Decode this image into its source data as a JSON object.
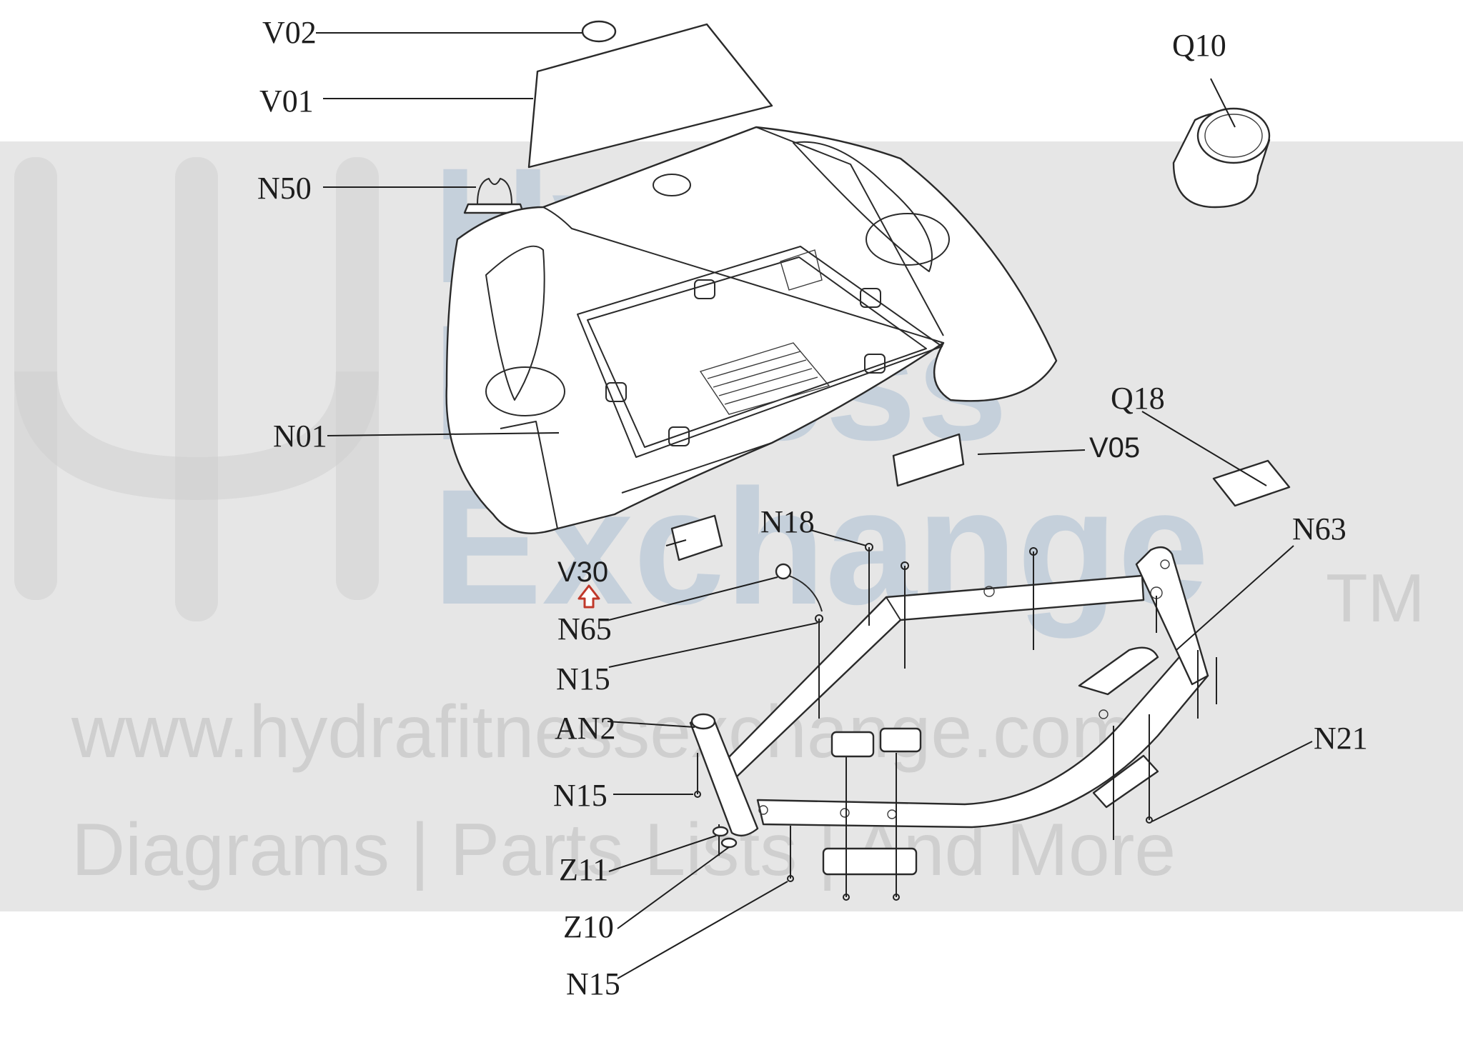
{
  "parts": [
    {
      "id": "V02"
    },
    {
      "id": "V01"
    },
    {
      "id": "N50"
    },
    {
      "id": "N01"
    },
    {
      "id": "Q10"
    },
    {
      "id": "Q18"
    },
    {
      "id": "V05"
    },
    {
      "id": "N18"
    },
    {
      "id": "N63"
    },
    {
      "id": "V30"
    },
    {
      "id": "N65"
    },
    {
      "id": "N15"
    },
    {
      "id": "AN2"
    },
    {
      "id": "N21"
    },
    {
      "id": "N15"
    },
    {
      "id": "Z11"
    },
    {
      "id": "Z10"
    },
    {
      "id": "N15"
    }
  ],
  "watermark": {
    "brand_lines": [
      "Hydra",
      "Fitness",
      "Exchange"
    ],
    "trademark": "TM",
    "url": "www.hydrafitnessexchange.com",
    "tagline": "Diagrams | Parts Lists | And More"
  },
  "colors": {
    "line_art": "#2a2a2a",
    "watermark_band": "#8c8c8c",
    "watermark_letters": "#9fb7cf",
    "highlight_arrow": "#c0392b"
  }
}
